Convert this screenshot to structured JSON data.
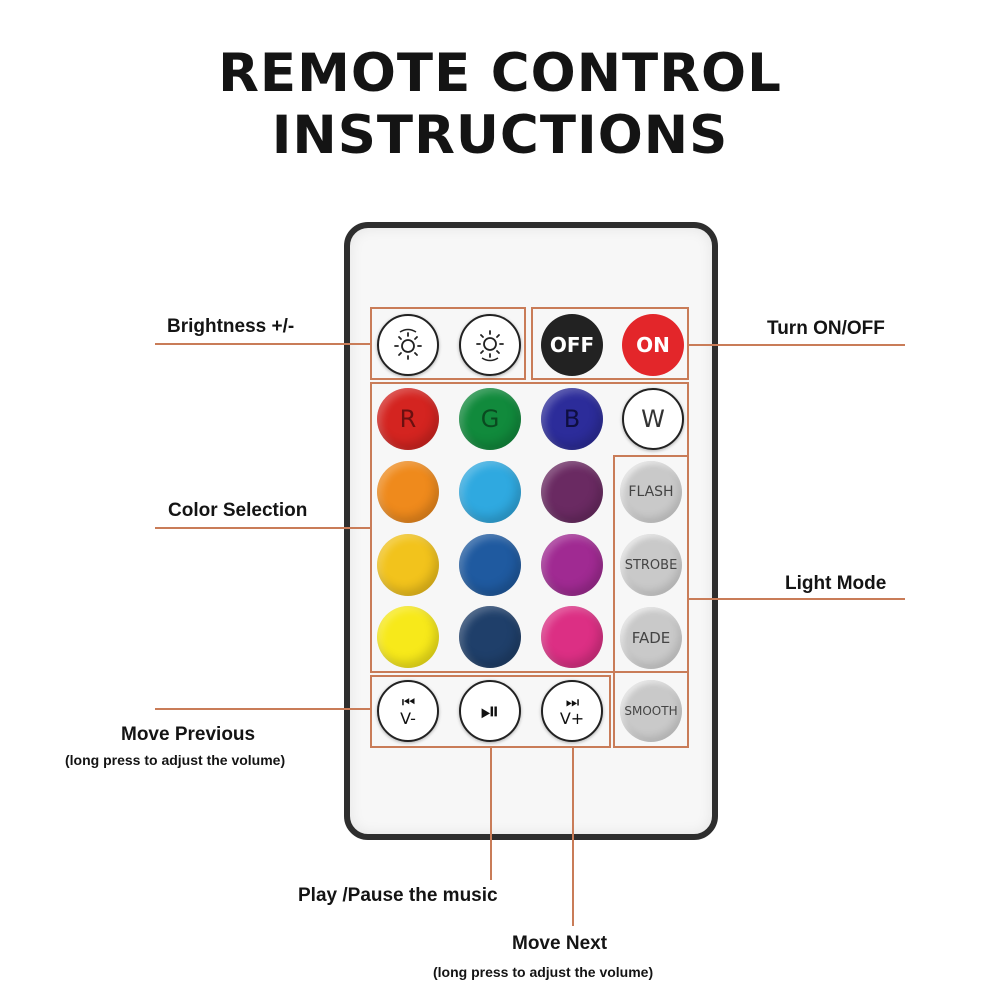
{
  "title_line1": "REMOTE CONTROL",
  "title_line2": "INSTRUCTIONS",
  "labels": {
    "brightness": "Brightness +/-",
    "onoff": "Turn ON/OFF",
    "color": "Color Selection",
    "light_mode": "Light Mode",
    "move_previous": "Move Previous",
    "move_previous_sub": "(long press to adjust the volume)",
    "play_pause": "Play /Pause the music",
    "move_next": "Move Next",
    "move_next_sub": "(long press to adjust the volume)"
  },
  "buttons": {
    "off": "OFF",
    "on": "ON",
    "r": "R",
    "g": "G",
    "b": "B",
    "w": "W",
    "flash": "FLASH",
    "strobe": "STROBE",
    "fade": "FADE",
    "smooth": "SMOOTH",
    "prev_sym": "⏮",
    "prev_vol": "V-",
    "play_sym": "⏯",
    "next_sym": "⏭",
    "next_vol": "V+"
  },
  "colors": {
    "accent_line": "#c97c58",
    "red": "#d42420",
    "green": "#118a3c",
    "blue": "#2c2c9a",
    "orange": "#ef8a1c",
    "sky": "#2fa9e0",
    "purple": "#6a2a62",
    "yellow": "#f2c31c",
    "mid_blue": "#1f5aa0",
    "magenta": "#a02a92",
    "bright_yellow": "#f7e91a",
    "navy": "#1f3f6a",
    "pink": "#dc2f84"
  }
}
